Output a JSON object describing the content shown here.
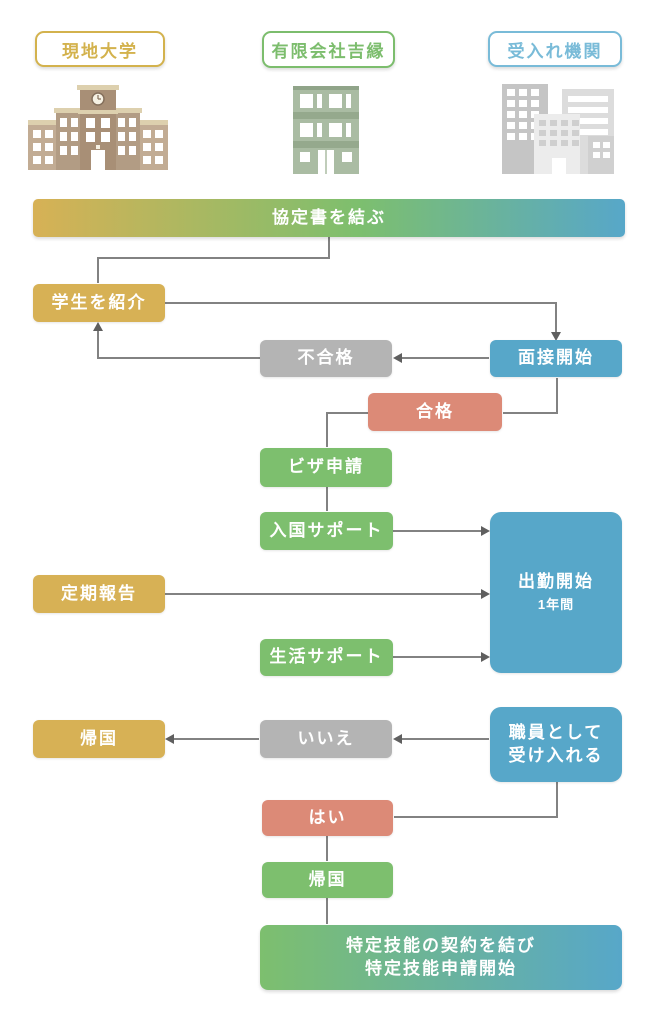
{
  "palette": {
    "gold": "#d7b155",
    "green": "#7dbf6e",
    "blue": "#57a7c9",
    "gray": "#b4b4b4",
    "salmon": "#dc8a77",
    "line": "#828282",
    "arrow": "#5f5f5f",
    "header_gold": "#d3b24d",
    "header_green": "#7cbd6d",
    "header_blue": "#79bbd8"
  },
  "headers": [
    {
      "label": "現地大学"
    },
    {
      "label": "有限会社吉縁"
    },
    {
      "label": "受入れ機関"
    }
  ],
  "icons": [
    {
      "name": "university-building-icon"
    },
    {
      "name": "company-building-icon"
    },
    {
      "name": "organization-buildings-icon"
    }
  ],
  "nodes": {
    "agreement": {
      "label": "協定書を結ぶ"
    },
    "introduce_students": {
      "label": "学生を紹介"
    },
    "fail": {
      "label": "不合格"
    },
    "interview_start": {
      "label": "面接開始"
    },
    "pass": {
      "label": "合格"
    },
    "visa_application": {
      "label": "ビザ申請"
    },
    "entry_support": {
      "label": "入国サポート"
    },
    "work_start": {
      "label": "出勤開始",
      "sublabel": "1年間"
    },
    "periodic_report": {
      "label": "定期報告"
    },
    "life_support": {
      "label": "生活サポート"
    },
    "return_home": {
      "label": "帰国"
    },
    "no": {
      "label": "いいえ"
    },
    "hire_as_staff": {
      "line1": "職員として",
      "line2": "受け入れる"
    },
    "yes": {
      "label": "はい"
    },
    "return_home_green": {
      "label": "帰国"
    },
    "tokutei_ginou": {
      "line1": "特定技能の契約を結び",
      "line2": "特定技能申請開始"
    }
  }
}
